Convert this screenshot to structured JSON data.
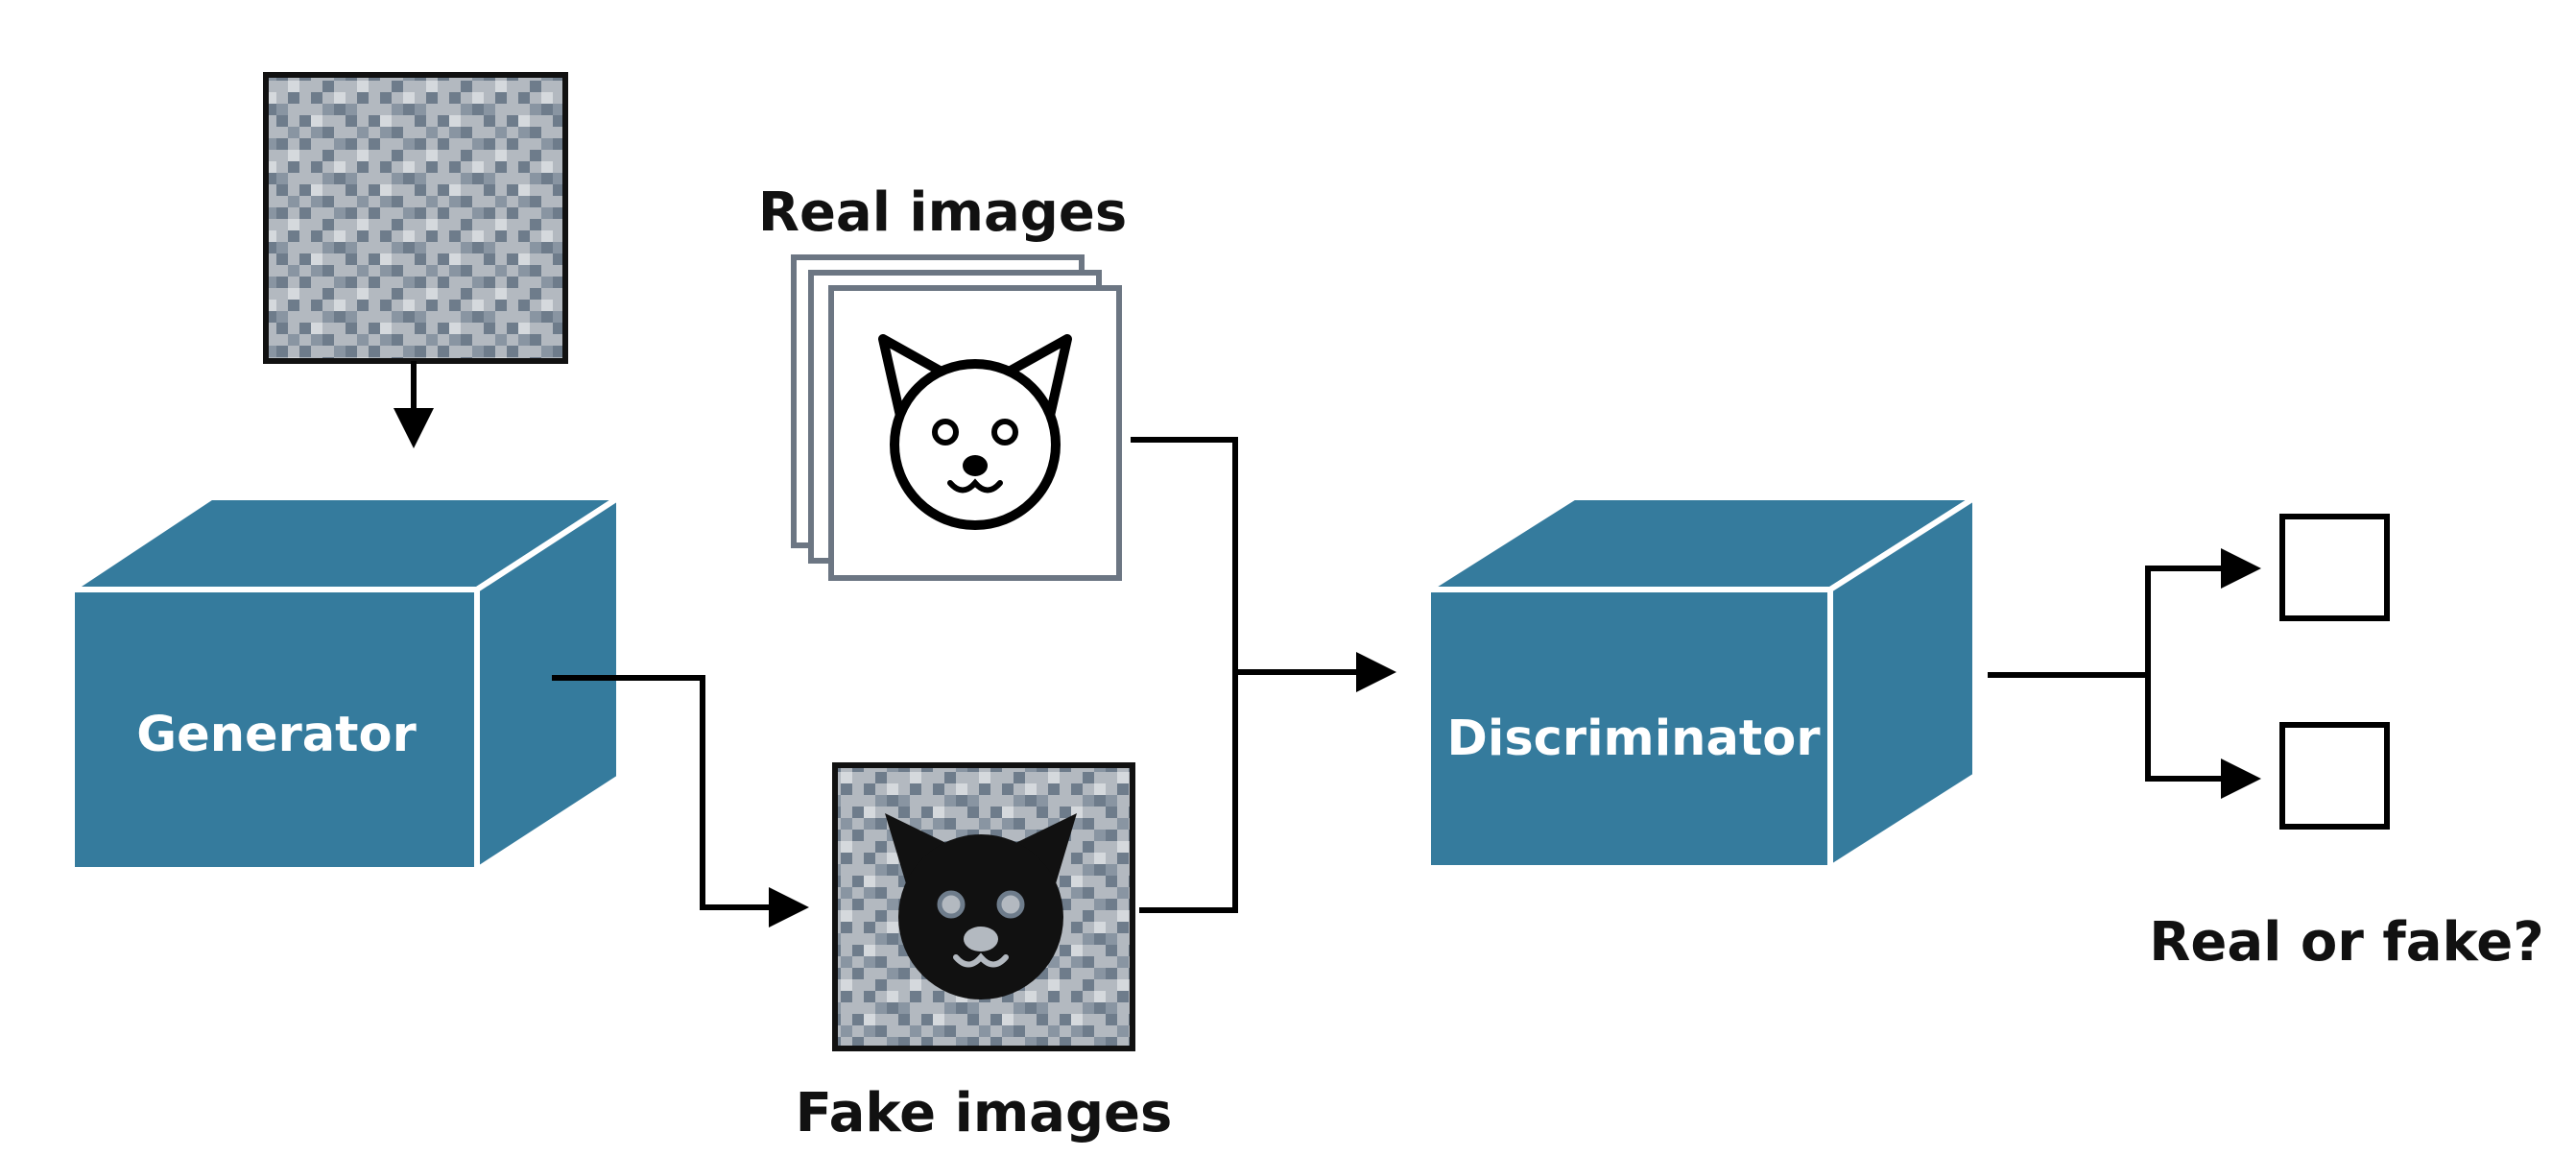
{
  "nodes": {
    "generator": {
      "label": "Generator"
    },
    "discriminator": {
      "label": "Discriminator"
    }
  },
  "captions": {
    "real_images": "Real images",
    "fake_images": "Fake images",
    "real_or_fake": "Real or fake?"
  },
  "icons": {
    "noise_input": "random-noise-square-icon",
    "real_image_stack": "cat-face-outline-icon",
    "fake_image": "cat-face-noisy-icon",
    "output_real": "empty-checkbox-icon",
    "output_fake": "empty-checkbox-icon"
  },
  "colors": {
    "box_front": "#357b9d",
    "box_edge": "#ffffff",
    "noise_dark": "#6e7c8b",
    "noise_light": "#b3b9c0",
    "stack_border": "#6c7683",
    "arrow": "#000000"
  }
}
